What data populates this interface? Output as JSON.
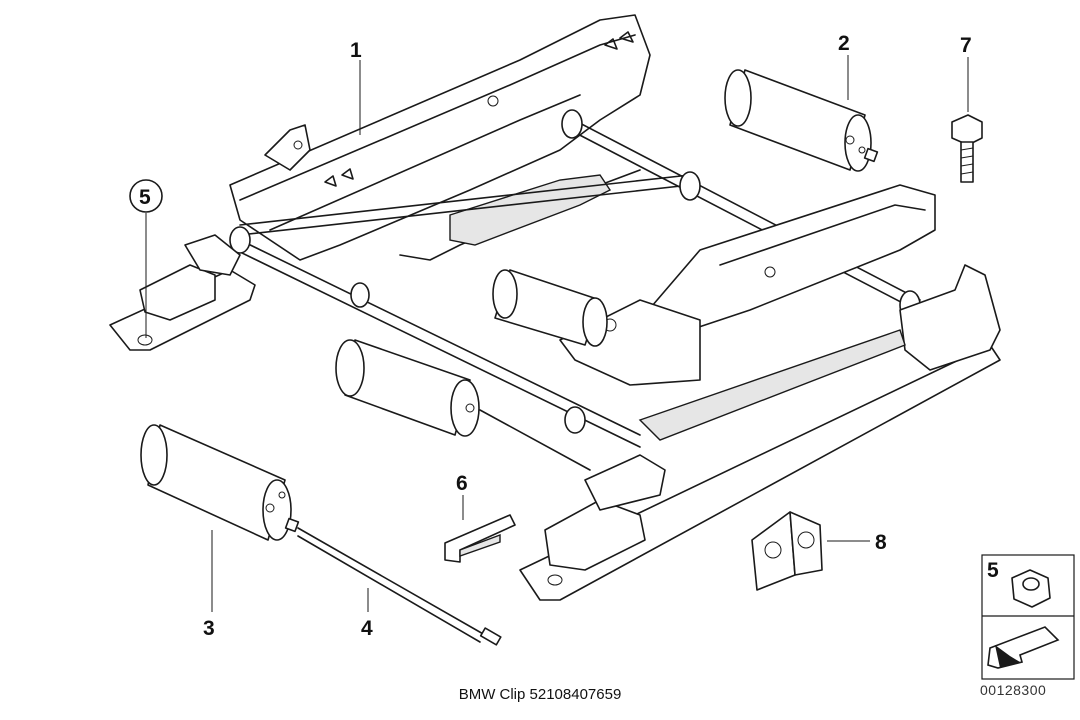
{
  "callouts": {
    "part1": "1",
    "part2": "2",
    "part3": "3",
    "part4": "4",
    "part5": "5",
    "part6": "6",
    "part7": "7",
    "part8": "8"
  },
  "legend": {
    "number": "5"
  },
  "caption": "BMW Clip 52108407659",
  "diagram_code": "00128300"
}
